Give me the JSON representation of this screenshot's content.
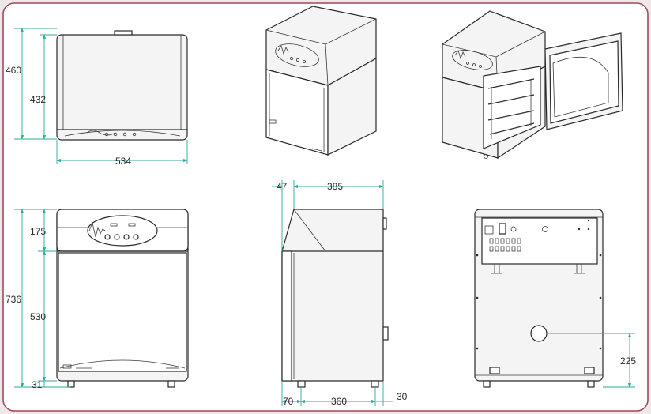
{
  "dimensions": {
    "top_view_depth_total": "460",
    "top_view_depth_body": "432",
    "top_view_width": "534",
    "front_panel_height": "175",
    "front_total_height": "736",
    "front_door_height": "530",
    "front_feet_height": "31",
    "side_overhang": "47",
    "side_depth": "385",
    "side_foot_offset": "70",
    "side_foot_span": "360",
    "side_rear_offset": "30",
    "rear_port_height": "225"
  },
  "colors": {
    "background": "#efe8e8",
    "frame_border": "#9b4b5a",
    "dimension_line": "#2fa79a",
    "drawing_line": "#2a2a2a"
  }
}
